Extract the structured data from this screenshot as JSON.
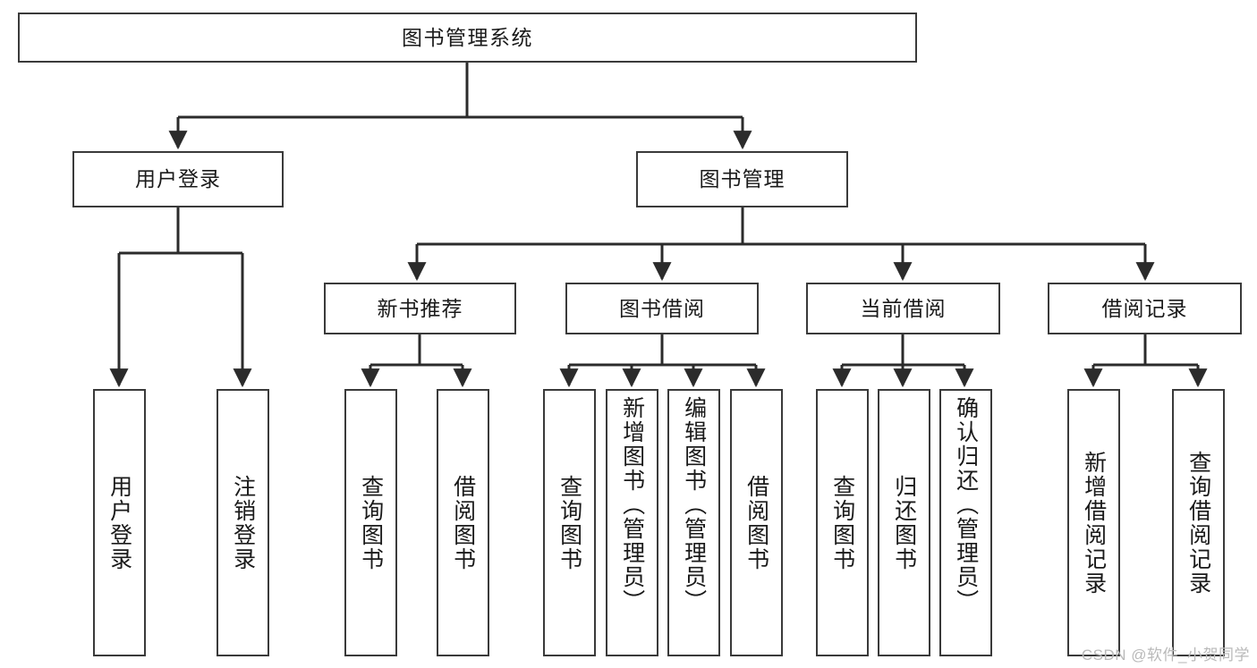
{
  "diagram": {
    "title": "图书管理系统",
    "type": "tree-hierarchy-chart",
    "colors": {
      "box_border": "#3a3a3a",
      "box_fill": "#ffffff",
      "edge": "#2b2b2b",
      "text": "#1a1a1a",
      "watermark": "#b9b9b9"
    },
    "root": {
      "id": "root",
      "label": "图书管理系统"
    },
    "level2": [
      {
        "id": "user-login",
        "label": "用户登录"
      },
      {
        "id": "book-manage",
        "label": "图书管理"
      }
    ],
    "level3": [
      {
        "id": "new-book-rec",
        "label": "新书推荐"
      },
      {
        "id": "book-borrow",
        "label": "图书借阅"
      },
      {
        "id": "current-borrow",
        "label": "当前借阅"
      },
      {
        "id": "borrow-record",
        "label": "借阅记录"
      }
    ],
    "leaves": [
      {
        "id": "leaf-user-login",
        "label": "用户登录",
        "parent": "用户登录"
      },
      {
        "id": "leaf-logout",
        "label": "注销登录",
        "parent": "用户登录"
      },
      {
        "id": "leaf-query-book-1",
        "label": "查询图书",
        "parent": "新书推荐"
      },
      {
        "id": "leaf-borrow-book-1",
        "label": "借阅图书",
        "parent": "新书推荐"
      },
      {
        "id": "leaf-query-book-2",
        "label": "查询图书",
        "parent": "图书借阅"
      },
      {
        "id": "leaf-add-book",
        "label": "新增图书（管理员）",
        "parent": "图书借阅"
      },
      {
        "id": "leaf-edit-book",
        "label": "编辑图书（管理员）",
        "parent": "图书借阅"
      },
      {
        "id": "leaf-borrow-book-2",
        "label": "借阅图书",
        "parent": "图书借阅"
      },
      {
        "id": "leaf-query-book-3",
        "label": "查询图书",
        "parent": "当前借阅"
      },
      {
        "id": "leaf-return-book",
        "label": "归还图书",
        "parent": "当前借阅"
      },
      {
        "id": "leaf-confirm-return",
        "label": "确认归还（管理员）",
        "parent": "当前借阅"
      },
      {
        "id": "leaf-add-record",
        "label": "新增借阅记录",
        "parent": "借阅记录"
      },
      {
        "id": "leaf-query-record",
        "label": "查询借阅记录",
        "parent": "借阅记录"
      }
    ]
  },
  "watermark": {
    "text": "CSDN @软件_小贺同学"
  }
}
